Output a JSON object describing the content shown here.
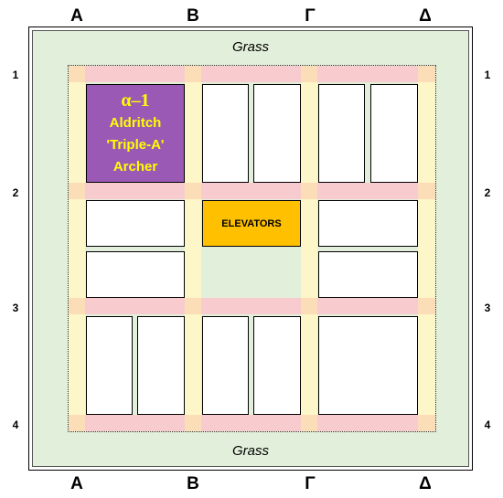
{
  "columns": [
    "Α",
    "Β",
    "Γ",
    "Δ"
  ],
  "rows": [
    "1",
    "2",
    "3",
    "4"
  ],
  "grass_label": "Grass",
  "alpha_lot": {
    "code": "α–1",
    "name_line1": "Aldritch",
    "name_line2": "'Triple-A'",
    "name_line3": "Archer"
  },
  "elevators_label": "ELEVATORS",
  "colors": {
    "grass": "#e2efda",
    "street_horizontal": "#f8cbcf",
    "street_vertical": "#fdf6c8",
    "alpha_lot_fill": "#9b59b6",
    "alpha_lot_text": "#ffff00",
    "elevators_fill": "#ffc000"
  }
}
